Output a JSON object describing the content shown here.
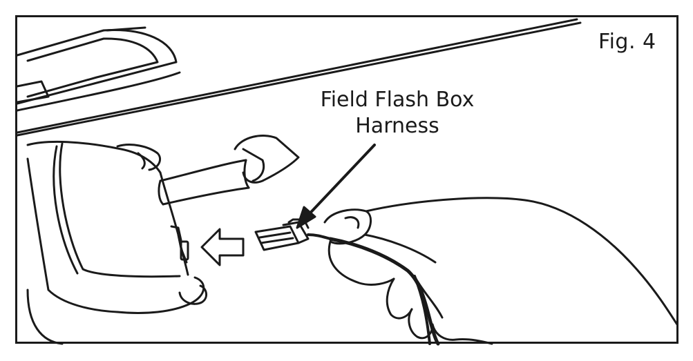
{
  "figure": {
    "label": "Fig. 4"
  },
  "callout": {
    "line1": "Field Flash Box",
    "line2": "Harness"
  },
  "colors": {
    "ink": "#1a1a1a",
    "background": "#ffffff"
  }
}
